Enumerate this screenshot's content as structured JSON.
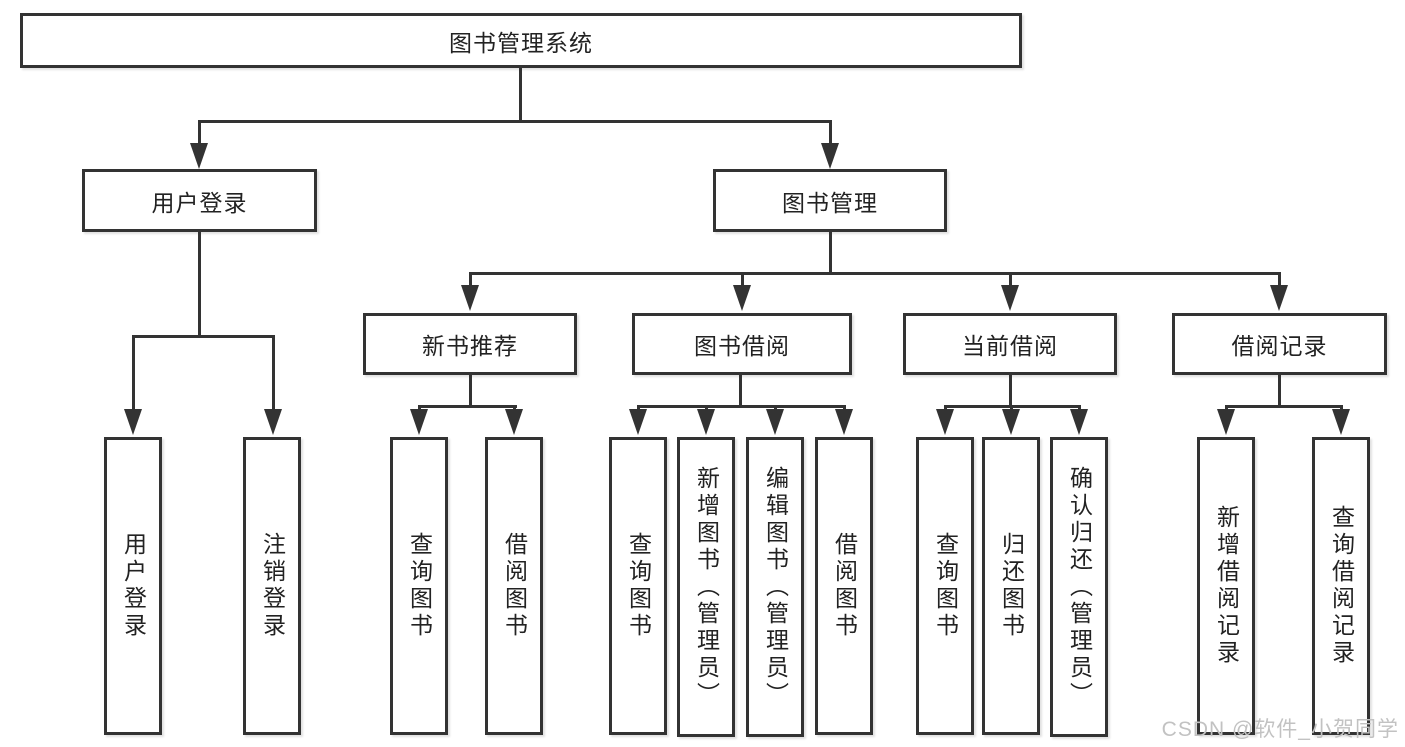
{
  "diagram": {
    "root": {
      "label": "图书管理系统"
    },
    "branches": [
      {
        "label": "用户登录",
        "children": [
          {
            "label": "用户登录"
          },
          {
            "label": "注销登录"
          }
        ]
      },
      {
        "label": "图书管理",
        "children": [
          {
            "label": "新书推荐",
            "children": [
              {
                "label": "查询图书"
              },
              {
                "label": "借阅图书"
              }
            ]
          },
          {
            "label": "图书借阅",
            "children": [
              {
                "label": "查询图书"
              },
              {
                "label": "新增图书（管理员）"
              },
              {
                "label": "编辑图书（管理员）"
              },
              {
                "label": "借阅图书"
              }
            ]
          },
          {
            "label": "当前借阅",
            "children": [
              {
                "label": "查询图书"
              },
              {
                "label": "归还图书"
              },
              {
                "label": "确认归还（管理员）"
              }
            ]
          },
          {
            "label": "借阅记录",
            "children": [
              {
                "label": "新增借阅记录"
              },
              {
                "label": "查询借阅记录"
              }
            ]
          }
        ]
      }
    ]
  },
  "watermark": "CSDN @软件_小贺同学",
  "colors": {
    "line": "#333333",
    "text": "#222222",
    "background": "#ffffff",
    "watermark": "#c2c2c2"
  }
}
